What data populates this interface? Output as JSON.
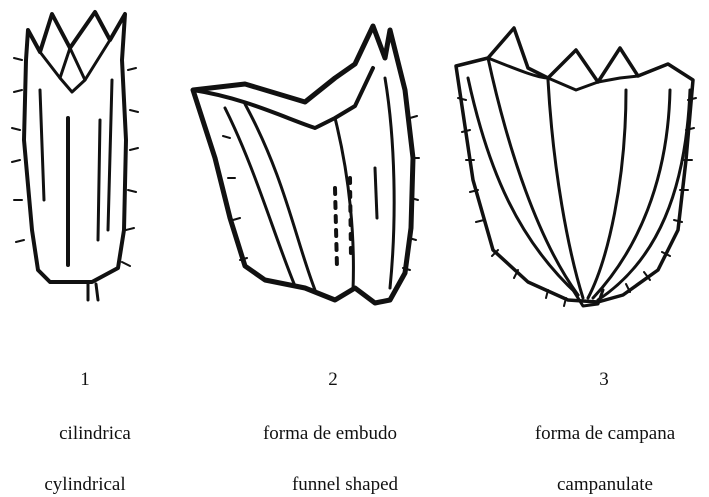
{
  "figures": [
    {
      "number": "1",
      "spanish": "cilindrica",
      "english": "cylindrical"
    },
    {
      "number": "2",
      "spanish": "forma de embudo",
      "english": "funnel shaped"
    },
    {
      "number": "3",
      "spanish": "forma de campana",
      "english": "campanulate"
    }
  ]
}
